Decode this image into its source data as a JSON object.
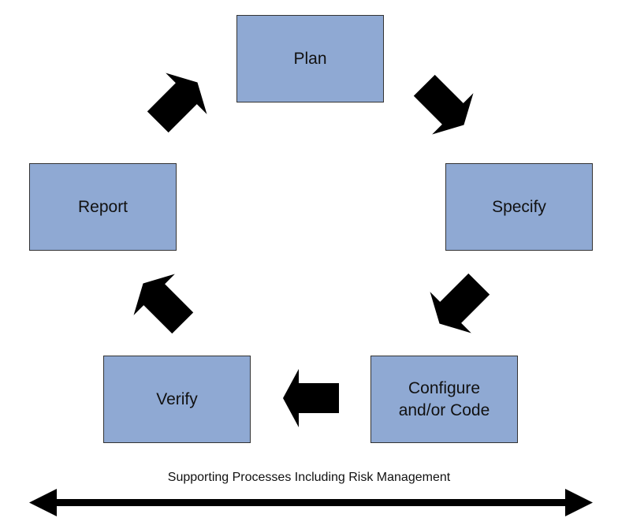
{
  "steps": {
    "plan": "Plan",
    "specify": "Specify",
    "configure": "Configure\nand/or Code",
    "verify": "Verify",
    "report": "Report"
  },
  "caption": "Supporting Processes Including Risk Management",
  "colors": {
    "box_fill": "#8fa9d3",
    "arrow": "#000000"
  }
}
